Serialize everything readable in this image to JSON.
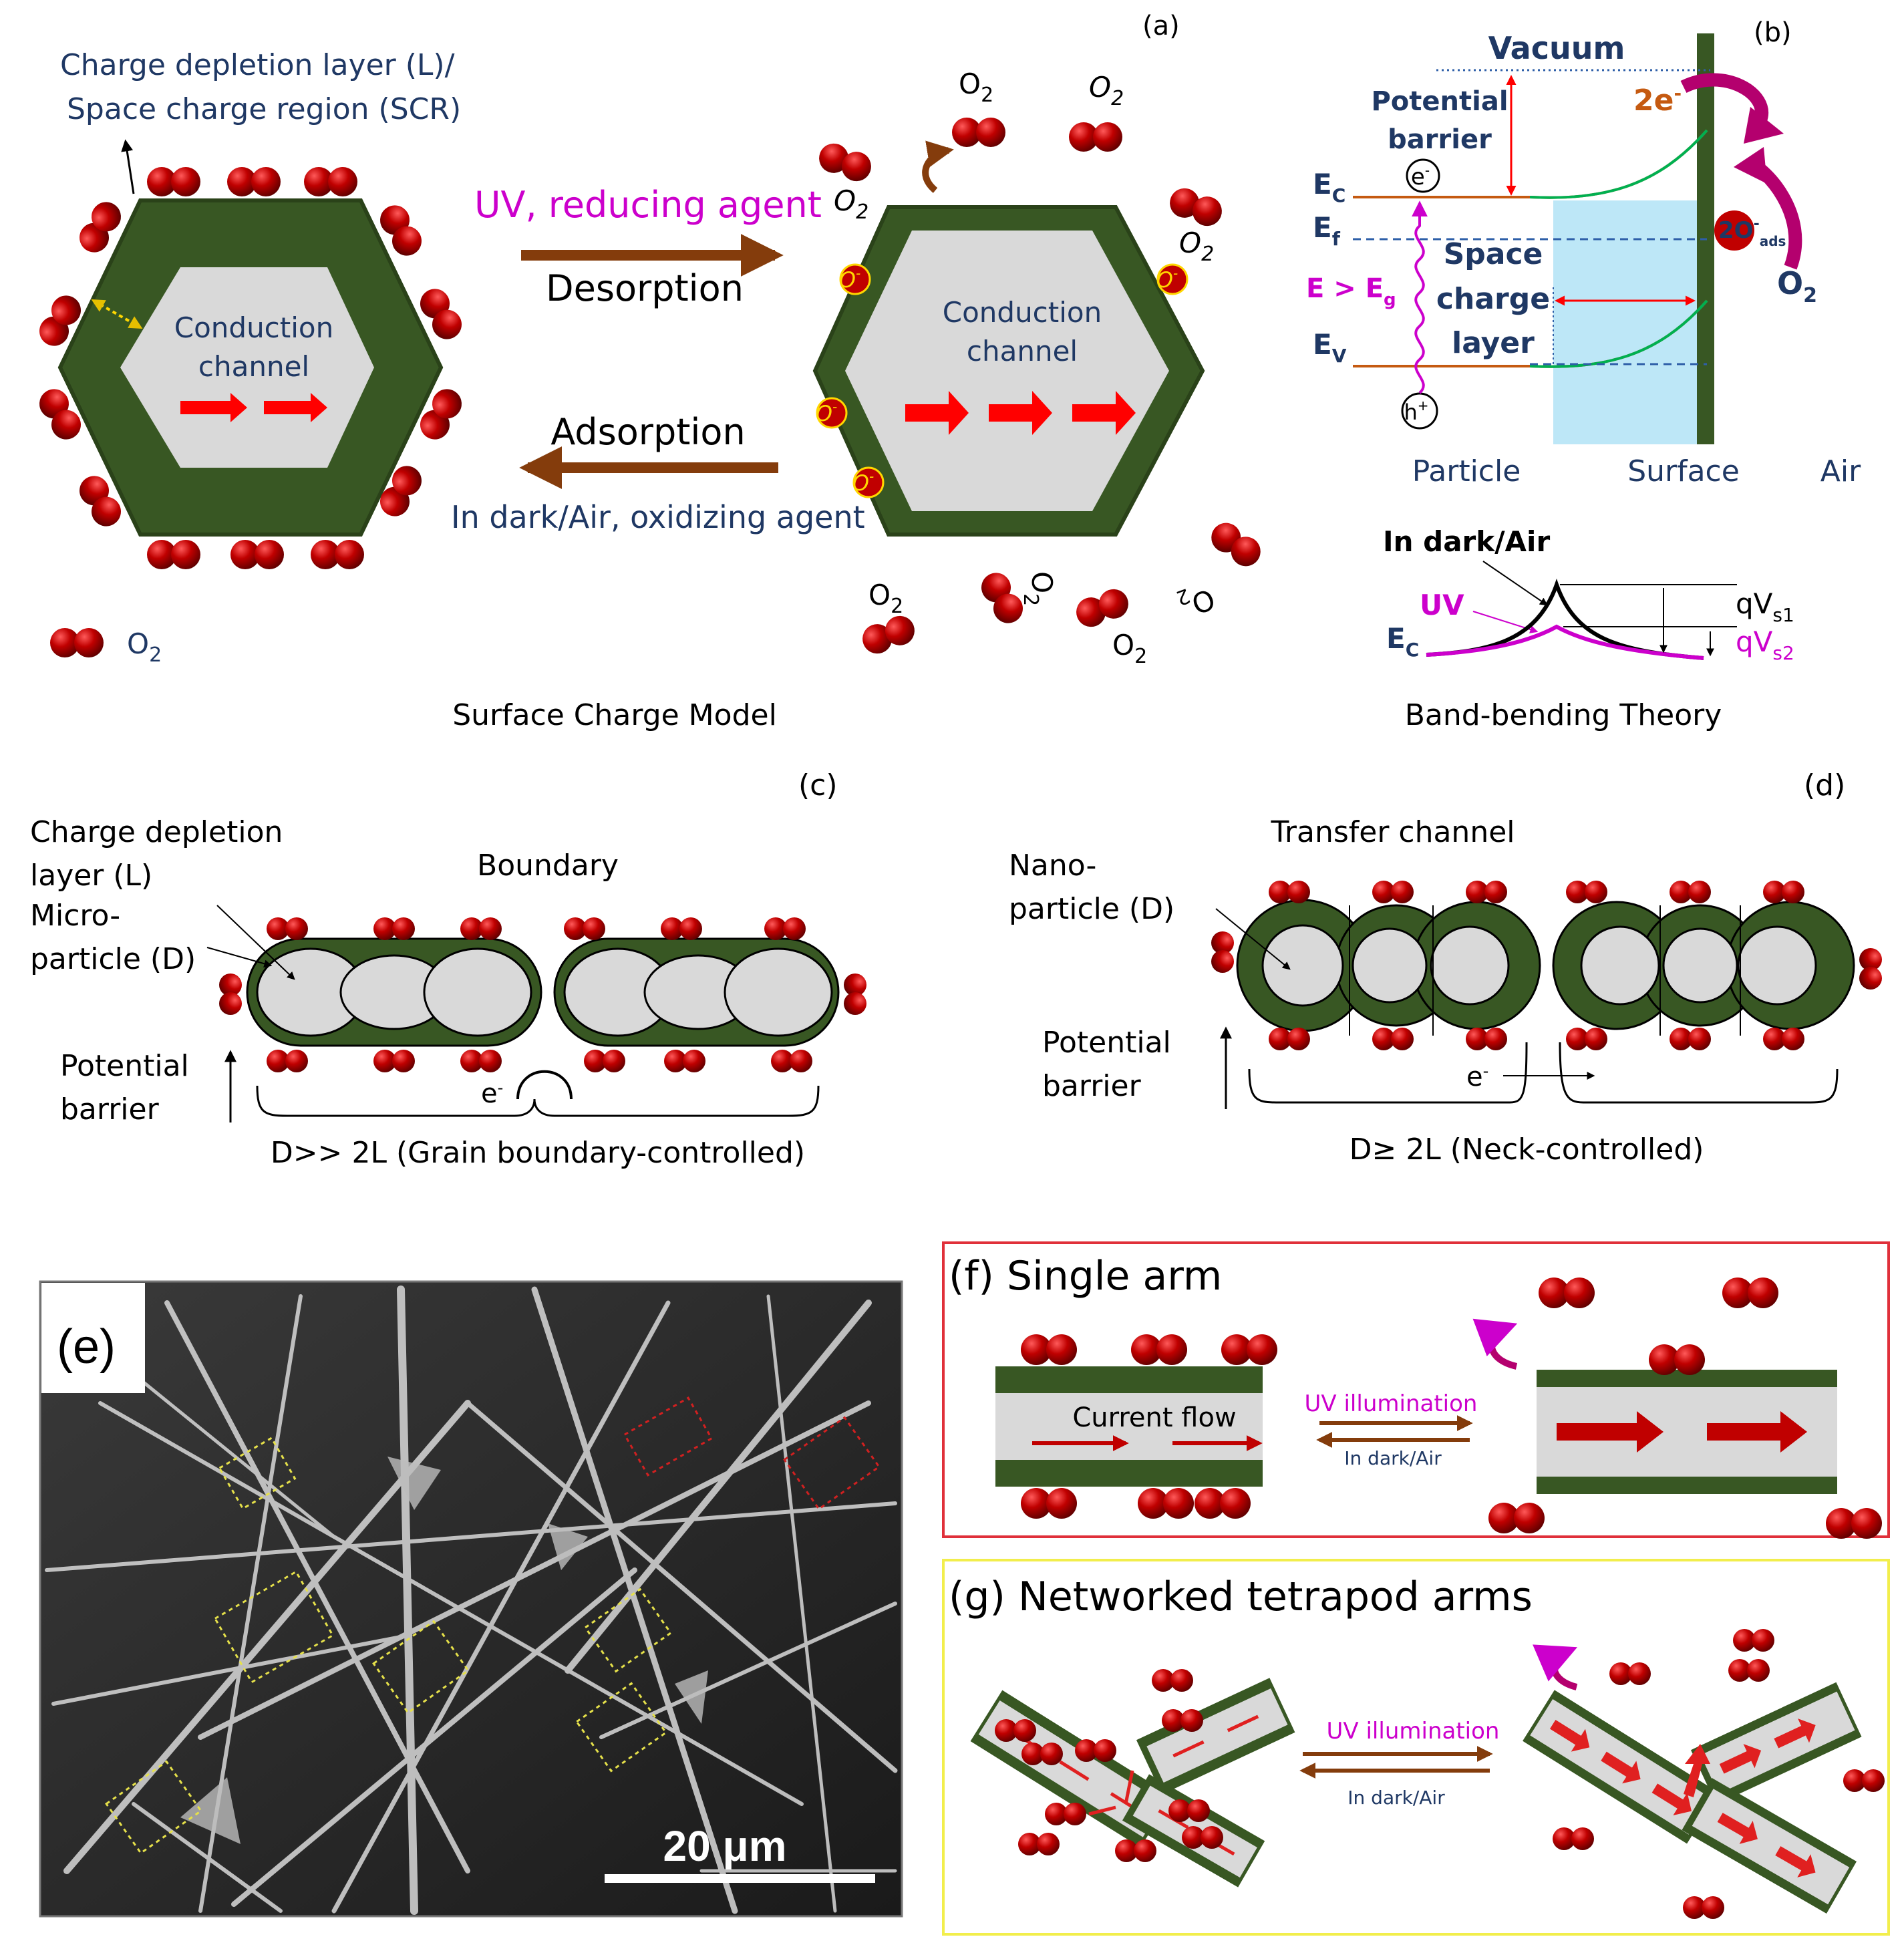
{
  "colors": {
    "shell": "#385723",
    "core": "#d9d9d9",
    "oxygen": "#c00000",
    "arrow_brown": "#843c0c",
    "label_blue": "#1f3864",
    "magenta": "#cc00cc",
    "red_arrow": "#ff0000",
    "band_green": "#00b050",
    "scr_blue": "#bde7f7",
    "panel_f_border": "#e0303a",
    "panel_g_border": "#f2ee4c"
  },
  "panel_a": {
    "label": "(a)",
    "depletion_label_1": "Charge depletion layer (L)/",
    "depletion_label_2": "Space charge region (SCR)",
    "channel_1": "Conduction",
    "channel_2": "channel",
    "channel_1b": "Conduction",
    "channel_2b": "channel",
    "uv_label": "UV, reducing agent",
    "desorption": "Desorption",
    "adsorption": "Adsorption",
    "dark_label": "In dark/Air, oxidizing agent",
    "o2": "O",
    "o2_sub": "2",
    "o_ion": "O",
    "o_ion_sup": "-",
    "caption": "Surface Charge Model"
  },
  "panel_b": {
    "label": "(b)",
    "vacuum": "Vacuum",
    "potential": "Potential",
    "barrier": "barrier",
    "two_e": "2e",
    "two_e_sup": "-",
    "e_minus": "e",
    "h_plus": "h",
    "ec": "E",
    "ec_sub": "C",
    "ef": "E",
    "ef_sub": "f",
    "ev": "E",
    "ev_sub": "V",
    "eg": "E > E",
    "eg_sub": "g",
    "space": "Space",
    "charge": "charge",
    "layer": "layer",
    "ion": "2O",
    "ion_sup": "-",
    "ion_sub": "ads",
    "o2": "O",
    "o2_sub": "2",
    "particle": "Particle",
    "surface": "Surface",
    "air": "Air",
    "dark": "In dark/Air",
    "uv": "UV",
    "qvs1": "qV",
    "qvs1_sub": "s1",
    "qvs2": "qV",
    "qvs2_sub": "s2",
    "caption": "Band-bending Theory"
  },
  "panel_c": {
    "label": "(c)",
    "cdl_1": "Charge depletion",
    "cdl_2": "layer (L)",
    "micro_1": "Micro-",
    "micro_2": "particle (D)",
    "boundary": "Boundary",
    "pot_1": "Potential",
    "pot_2": "barrier",
    "e": "e",
    "caption": "D>> 2L (Grain boundary-controlled)"
  },
  "panel_d": {
    "label": "(d)",
    "transfer": "Transfer channel",
    "nano_1": "Nano-",
    "nano_2": "particle (D)",
    "pot_1": "Potential",
    "pot_2": "barrier",
    "e": "e",
    "caption": "D≥ 2L (Neck-controlled)"
  },
  "panel_e": {
    "label": "(e)",
    "scale": "20 μm"
  },
  "panel_f": {
    "title": "(f) Single arm",
    "current": "Current flow",
    "uv": "UV illumination",
    "dark": "In dark/Air"
  },
  "panel_g": {
    "title": "(g) Networked  tetrapod  arms",
    "uv": "UV illumination",
    "dark": "In dark/Air"
  }
}
